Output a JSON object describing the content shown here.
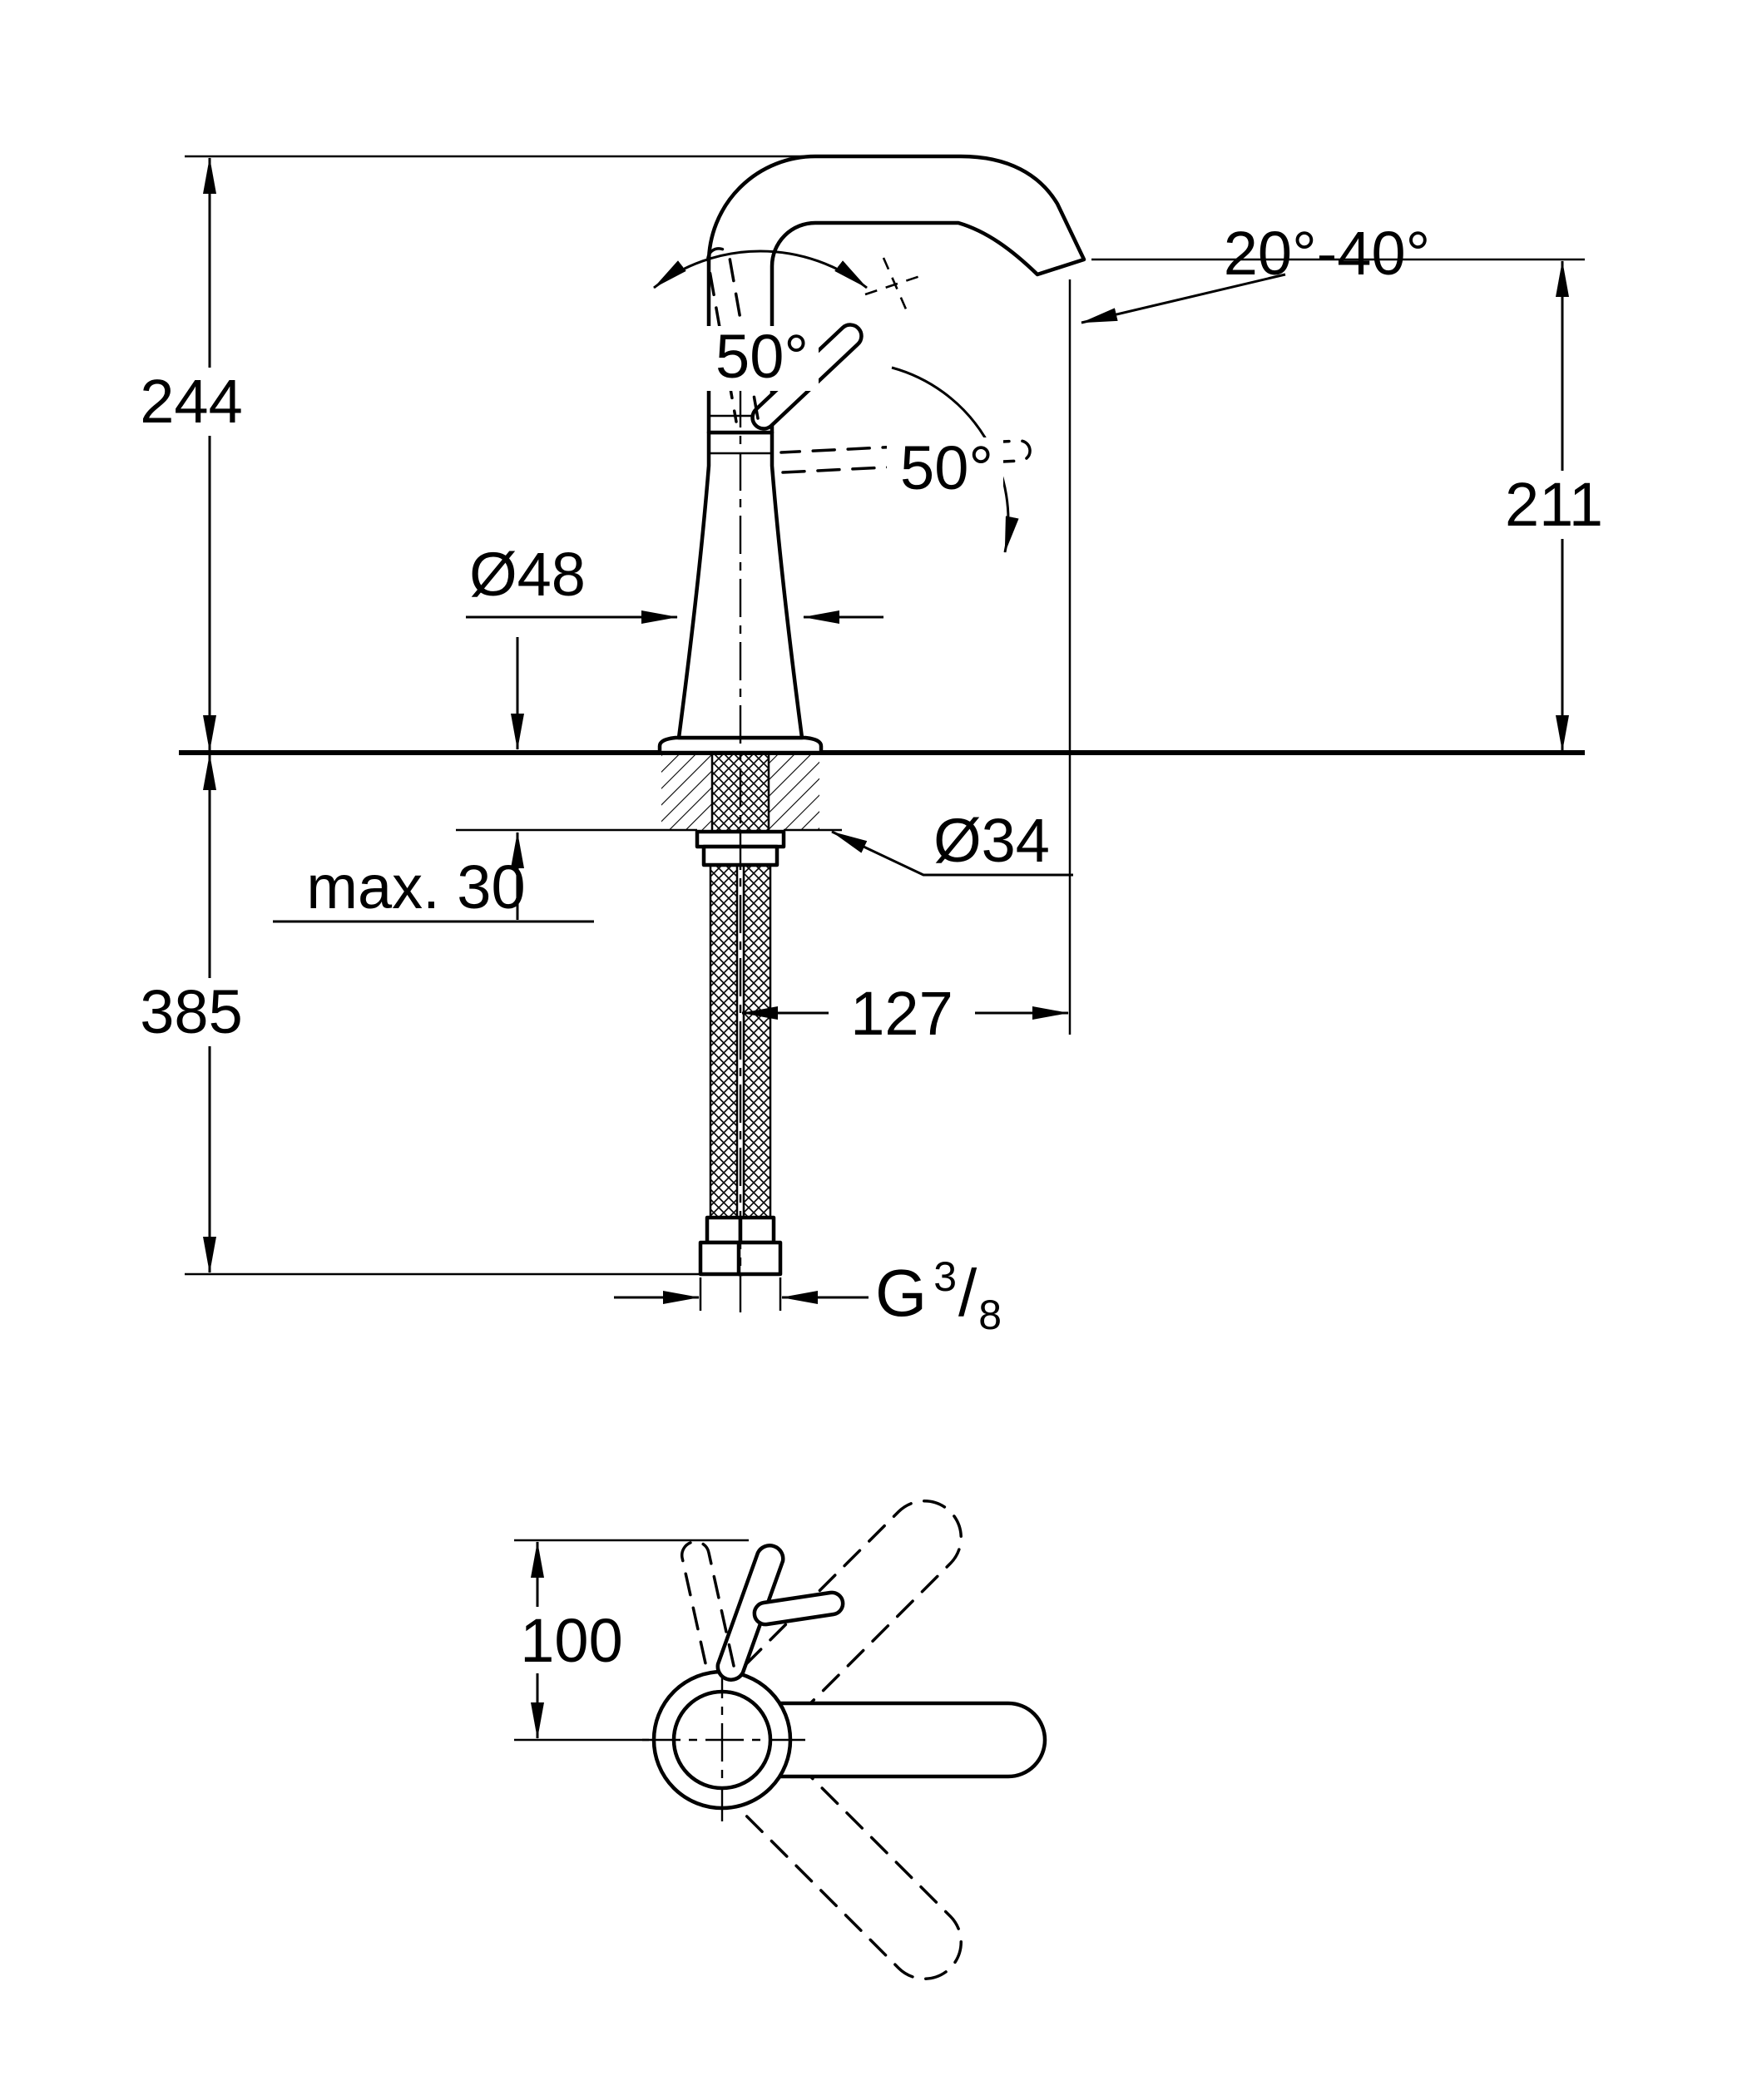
{
  "title": "Single-lever basin mixer installation dimension drawing",
  "colors": {
    "line": "#000000",
    "background": "#ffffff"
  },
  "front_view": {
    "height_above_deck": "244",
    "spout_outlet_height": "211",
    "outlet_angle_range": "20°-40°",
    "lever_rotation_front": "50°",
    "lever_rotation_side": "50°",
    "body_diameter": "Ø48",
    "mounting_hole_diameter": "Ø34",
    "max_deck_thickness": "max. 30",
    "height_below_deck": "385",
    "spout_projection": "127",
    "thread": {
      "prefix": "G",
      "numerator": "3",
      "slash": "/",
      "denominator": "8"
    }
  },
  "top_view": {
    "lever_reach": "100"
  }
}
